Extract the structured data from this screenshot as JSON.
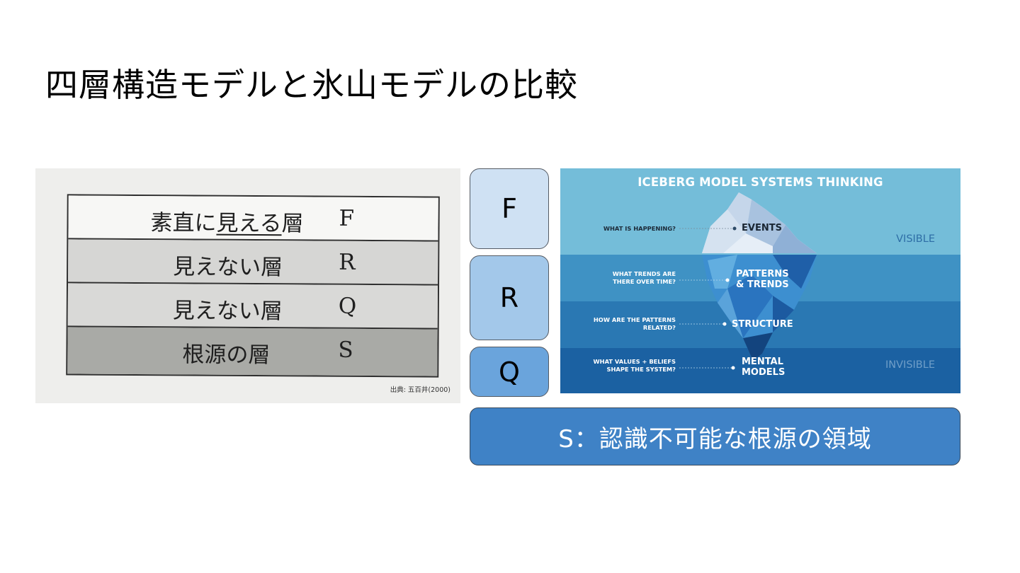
{
  "slide": {
    "title": "四層構造モデルと氷山モデルの比較"
  },
  "photo": {
    "rows": [
      {
        "name_plain": "素直に",
        "name_underlined": "見える",
        "name_suffix": "層",
        "code": "F"
      },
      {
        "name_plain": "見えない層",
        "name_underlined": "",
        "name_suffix": "",
        "code": "R"
      },
      {
        "name_plain": "見えない層",
        "name_underlined": "",
        "name_suffix": "",
        "code": "Q"
      },
      {
        "name_plain": "根源の層",
        "name_underlined": "",
        "name_suffix": "",
        "code": "S"
      }
    ],
    "row_colors": [
      "#f7f7f5",
      "#d6d6d4",
      "#d9d9d7",
      "#a9aaa6"
    ],
    "source": "出典: 五百井(2000)"
  },
  "boxes": [
    {
      "letter": "F",
      "color": "#cfe1f3"
    },
    {
      "letter": "R",
      "color": "#a3c8ea"
    },
    {
      "letter": "Q",
      "color": "#6aa4dc"
    }
  ],
  "iceberg": {
    "title": "ICEBERG MODEL SYSTEMS THINKING",
    "levels": [
      {
        "question": "WHAT IS HAPPENING?",
        "label": "EVENTS",
        "color": "#74bdd9"
      },
      {
        "question": "WHAT TRENDS ARE\nTHERE OVER TIME?",
        "label": "PATTERNS\n& TRENDS",
        "color": "#3f92c4"
      },
      {
        "question": "HOW ARE THE PATTERNS\nRELATED?",
        "label": "STRUCTURE",
        "color": "#2a78b3"
      },
      {
        "question": "WHAT VALUES + BELIEFS\nSHAPE THE SYSTEM?",
        "label": "MENTAL\nMODELS",
        "color": "#1b61a2"
      }
    ],
    "visible_label": "VISIBLE",
    "invisible_label": "INVISIBLE",
    "visible_color": "#2e6ea6",
    "invisible_color": "#6f9ec8"
  },
  "s_bar": {
    "text": "S：認識不可能な根源の領域",
    "color": "#3f82c6"
  }
}
